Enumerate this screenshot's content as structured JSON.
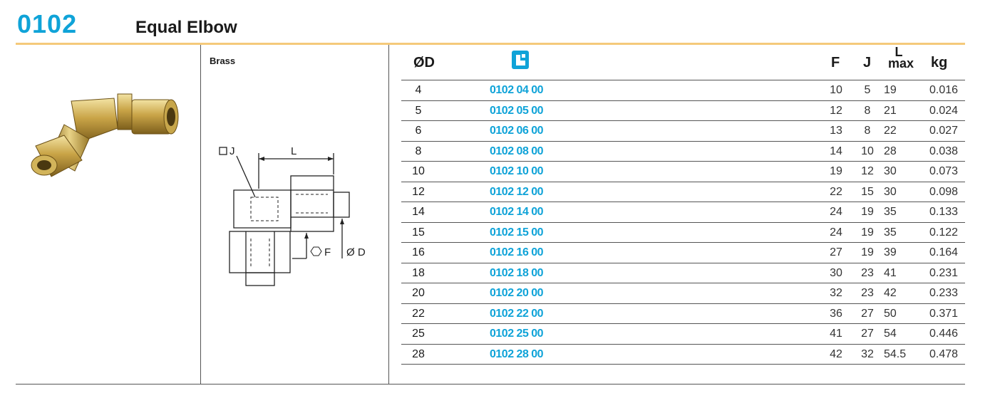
{
  "header": {
    "code": "0102",
    "title": "Equal Elbow"
  },
  "material": "Brass",
  "drawing_labels": {
    "j": "J",
    "l": "L",
    "f": "F",
    "d": "Ø D"
  },
  "colors": {
    "accent": "#0fa3d8",
    "rule": "#f5c97a"
  },
  "table": {
    "columns": {
      "od": "ØD",
      "f": "F",
      "j": "J",
      "l_top": "L",
      "l_bottom": "max",
      "kg": "kg"
    },
    "rows": [
      {
        "od": "4",
        "article": "0102 04 00",
        "f": "10",
        "j": "5",
        "l": "19",
        "kg": "0.016"
      },
      {
        "od": "5",
        "article": "0102 05 00",
        "f": "12",
        "j": "8",
        "l": "21",
        "kg": "0.024"
      },
      {
        "od": "6",
        "article": "0102 06 00",
        "f": "13",
        "j": "8",
        "l": "22",
        "kg": "0.027"
      },
      {
        "od": "8",
        "article": "0102 08 00",
        "f": "14",
        "j": "10",
        "l": "28",
        "kg": "0.038"
      },
      {
        "od": "10",
        "article": "0102 10 00",
        "f": "19",
        "j": "12",
        "l": "30",
        "kg": "0.073"
      },
      {
        "od": "12",
        "article": "0102 12 00",
        "f": "22",
        "j": "15",
        "l": "30",
        "kg": "0.098"
      },
      {
        "od": "14",
        "article": "0102 14 00",
        "f": "24",
        "j": "19",
        "l": "35",
        "kg": "0.133"
      },
      {
        "od": "15",
        "article": "0102 15 00",
        "f": "24",
        "j": "19",
        "l": "35",
        "kg": "0.122"
      },
      {
        "od": "16",
        "article": "0102 16 00",
        "f": "27",
        "j": "19",
        "l": "39",
        "kg": "0.164"
      },
      {
        "od": "18",
        "article": "0102 18 00",
        "f": "30",
        "j": "23",
        "l": "41",
        "kg": "0.231"
      },
      {
        "od": "20",
        "article": "0102 20 00",
        "f": "32",
        "j": "23",
        "l": "42",
        "kg": "0.233"
      },
      {
        "od": "22",
        "article": "0102 22 00",
        "f": "36",
        "j": "27",
        "l": "50",
        "kg": "0.371"
      },
      {
        "od": "25",
        "article": "0102 25 00",
        "f": "41",
        "j": "27",
        "l": "54",
        "kg": "0.446"
      },
      {
        "od": "28",
        "article": "0102 28 00",
        "f": "42",
        "j": "32",
        "l": "54.5",
        "kg": "0.478"
      }
    ]
  }
}
